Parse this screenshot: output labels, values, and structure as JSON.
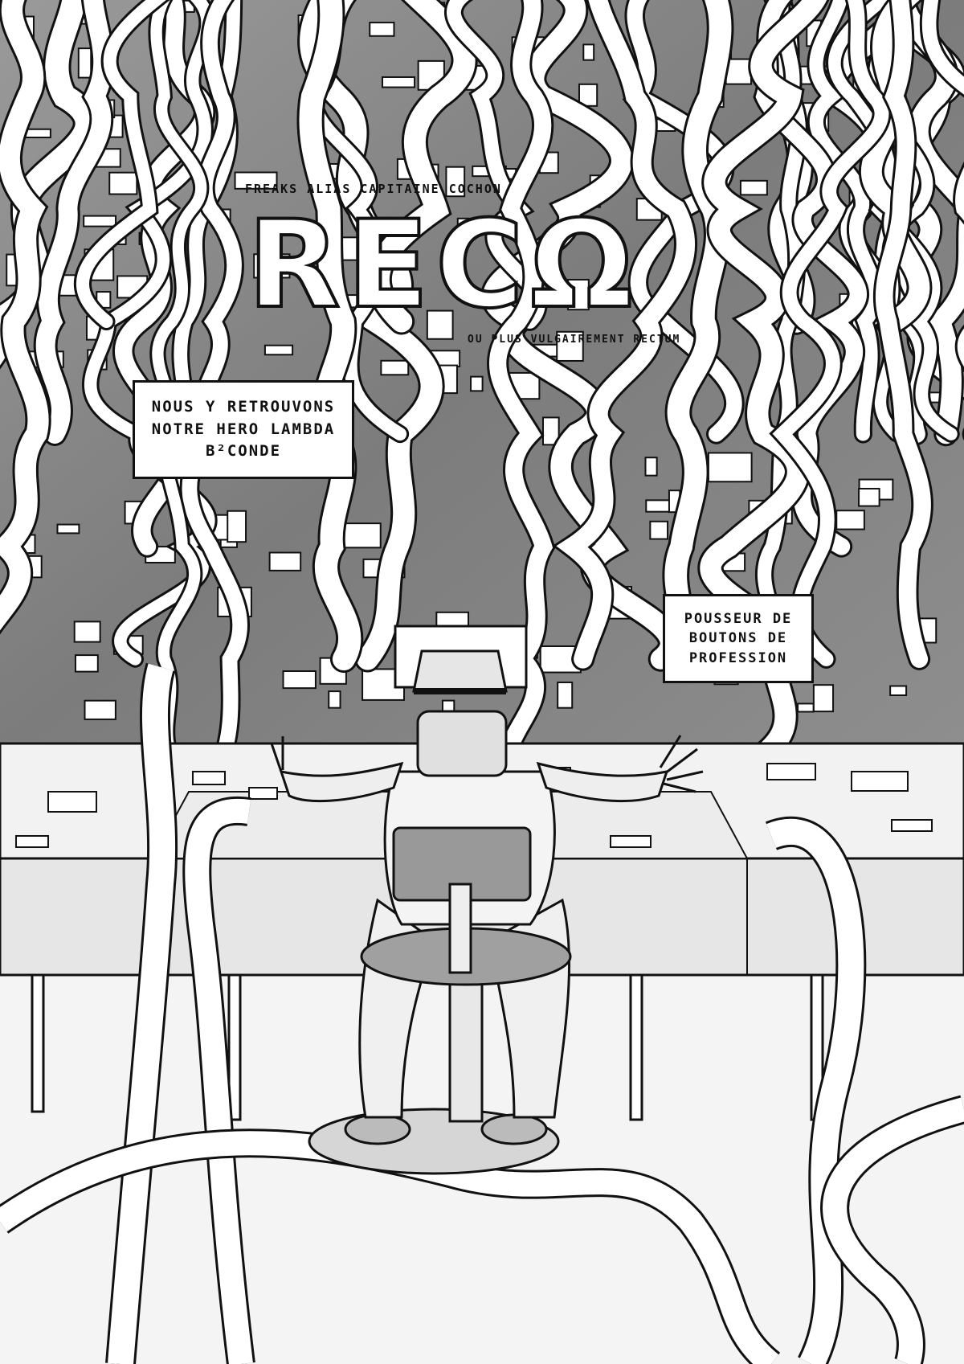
{
  "artwork": {
    "subtitle_top": "FREAKS ALIAS CAPITAINE COCHON",
    "logo": "RECΩ",
    "subtitle_bottom": "OU PLUS VULGAIREMENT RECTUM",
    "caption_left": {
      "line1": "NOUS Y RETROUVONS",
      "line2": "NOTRE HERO LAMBDA",
      "line3": "B²CONDE"
    },
    "caption_right": {
      "line1": "POUSSEUR DE",
      "line2": "BOUTONS DE",
      "line3": "PROFESSION"
    }
  },
  "colors": {
    "ink": "#111111",
    "wall": "#8a8a8a",
    "paper": "#ffffff"
  }
}
